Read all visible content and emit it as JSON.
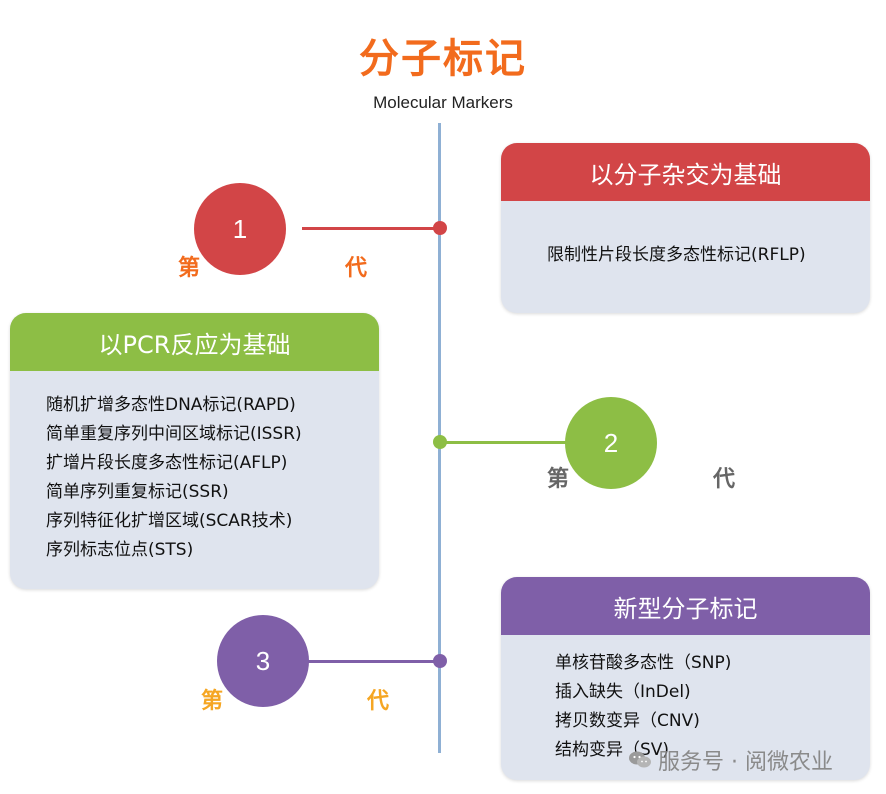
{
  "title": "分子标记",
  "subtitle": "Molecular Markers",
  "colors": {
    "title": "#f26b1d",
    "axis": "#8fb0d4",
    "gen1": "#d24547",
    "gen2": "#8dbe45",
    "gen3": "#7f5fa8",
    "card_bg": "#dfe4ee"
  },
  "generations": [
    {
      "number": "1",
      "label_left": "第",
      "label_right": "代",
      "label_color": "#f26b1d",
      "card": {
        "header": "以分子杂交为基础",
        "items": [
          "限制性片段长度多态性标记(RFLP)"
        ]
      }
    },
    {
      "number": "2",
      "label_left": "第",
      "label_right": "代",
      "label_color": "#666666",
      "card": {
        "header": "以PCR反应为基础",
        "items": [
          "随机扩增多态性DNA标记(RAPD)",
          "简单重复序列中间区域标记(ISSR)",
          "扩增片段长度多态性标记(AFLP)",
          "简单序列重复标记(SSR)",
          "序列特征化扩增区域(SCAR技术)",
          "序列标志位点(STS)"
        ]
      }
    },
    {
      "number": "3",
      "label_left": "第",
      "label_right": "代",
      "label_color": "#f5a623",
      "card": {
        "header": "新型分子标记",
        "items": [
          "单核苷酸多态性（SNP)",
          "插入缺失（InDel)",
          "拷贝数变异（CNV)",
          "结构变异（SV)"
        ]
      }
    }
  ],
  "watermark": {
    "icon": "wechat-icon",
    "text": "服务号 · 阅微农业"
  }
}
